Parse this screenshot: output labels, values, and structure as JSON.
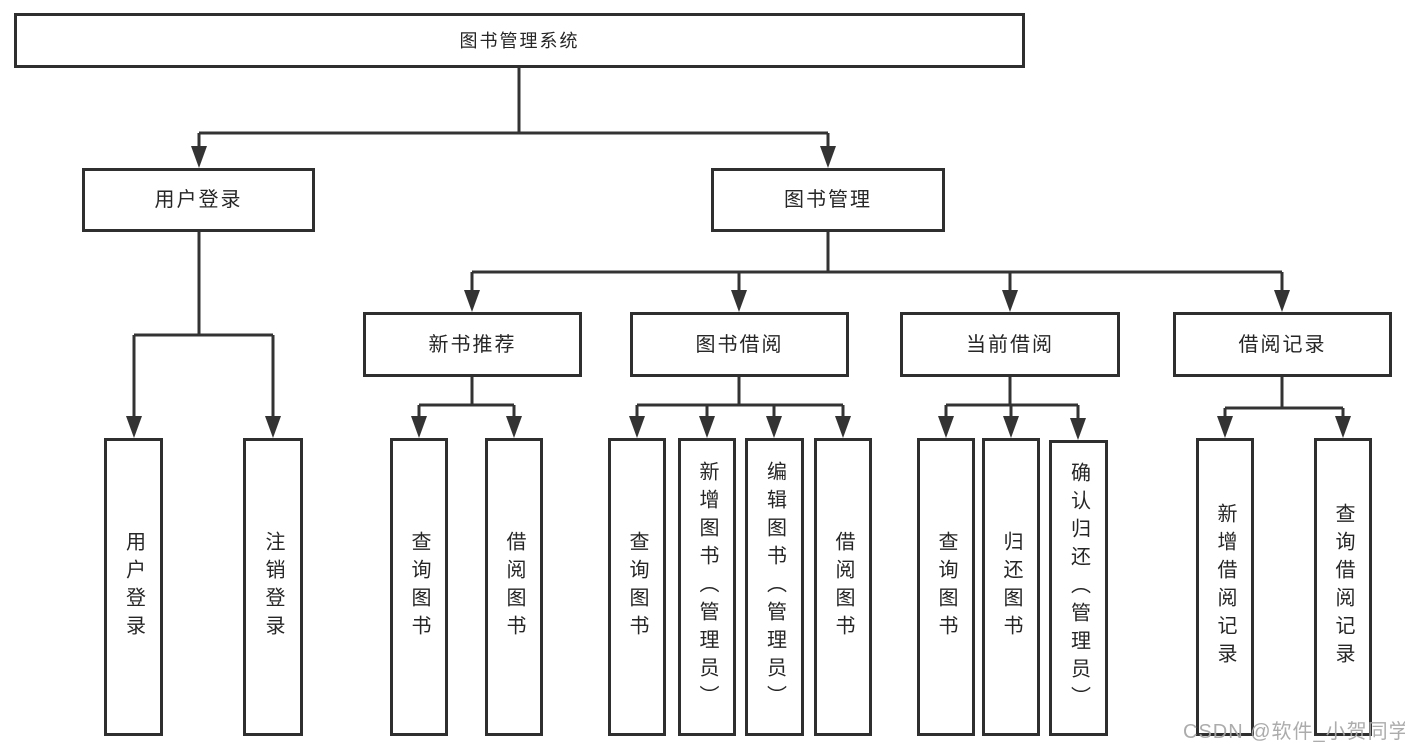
{
  "watermark": "CSDN @软件_小贺同学",
  "colors": {
    "line": "#333333",
    "box_border": "#2f2f2f",
    "box_background": "#ffffff",
    "text": "#262626",
    "watermark": "#a8a8a8"
  },
  "tree": {
    "root": "图书管理系统",
    "children": [
      {
        "label": "用户登录",
        "children": [
          {
            "label": "用户登录"
          },
          {
            "label": "注销登录"
          }
        ]
      },
      {
        "label": "图书管理",
        "children": [
          {
            "label": "新书推荐",
            "children": [
              {
                "label": "查询图书"
              },
              {
                "label": "借阅图书"
              }
            ]
          },
          {
            "label": "图书借阅",
            "children": [
              {
                "label": "查询图书"
              },
              {
                "label": "新增图书（管理员）"
              },
              {
                "label": "编辑图书（管理员）"
              },
              {
                "label": "借阅图书"
              }
            ]
          },
          {
            "label": "当前借阅",
            "children": [
              {
                "label": "查询图书"
              },
              {
                "label": "归还图书"
              },
              {
                "label": "确认归还（管理员）"
              }
            ]
          },
          {
            "label": "借阅记录",
            "children": [
              {
                "label": "新增借阅记录"
              },
              {
                "label": "查询借阅记录"
              }
            ]
          }
        ]
      }
    ]
  }
}
